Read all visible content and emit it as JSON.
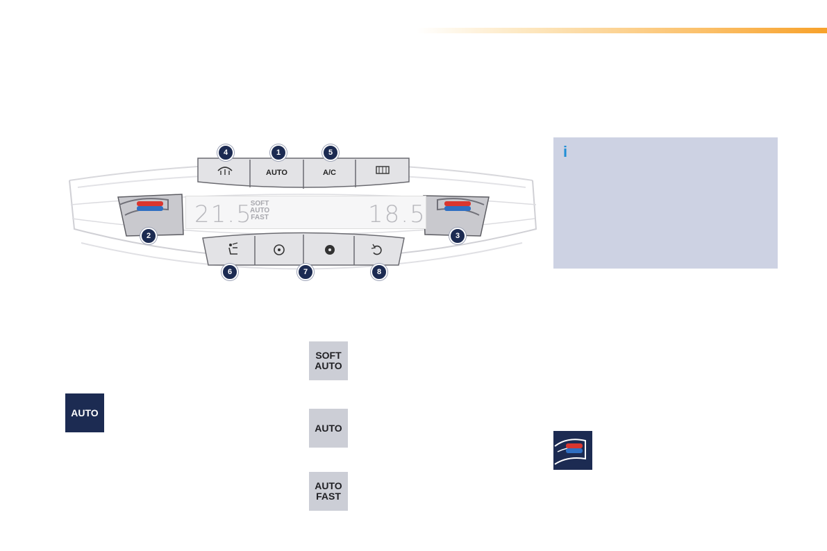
{
  "panel": {
    "buttons_top": {
      "auto": "AUTO",
      "ac": "A/C"
    },
    "display": {
      "left_temp": "21.5",
      "right_temp": "18.5",
      "mode_soft": "SOFT",
      "mode_auto": "AUTO",
      "mode_fast": "FAST"
    },
    "badges": [
      "1",
      "2",
      "3",
      "4",
      "5",
      "6",
      "7",
      "8"
    ]
  },
  "info": {
    "icon": "i"
  },
  "icons": {
    "auto_main": "AUTO",
    "soft_auto_line1": "SOFT",
    "soft_auto_line2": "AUTO",
    "auto": "AUTO",
    "auto_fast_line1": "AUTO",
    "auto_fast_line2": "FAST"
  },
  "colors": {
    "navy": "#1c2b52",
    "tile_grey": "#ccced6",
    "info_bg": "#cdd2e3",
    "accent": "#f7a12a",
    "info_icon": "#1f8fd6"
  }
}
